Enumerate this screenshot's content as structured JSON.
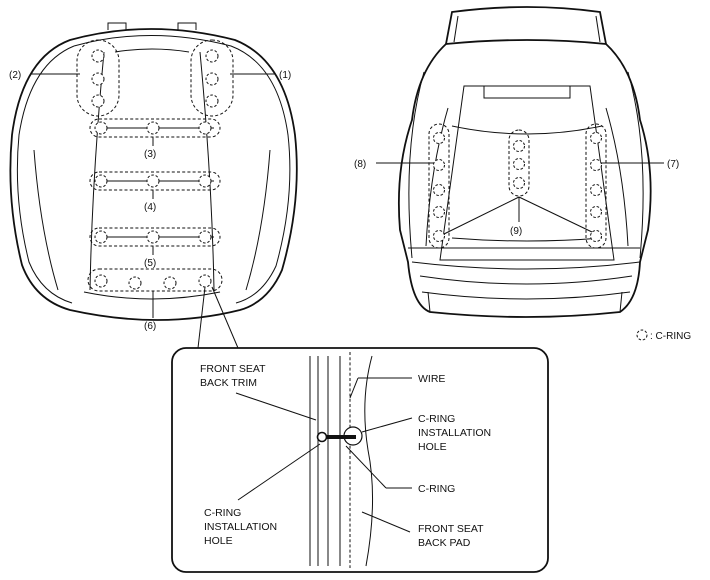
{
  "front_view": {
    "callouts": [
      "(1)",
      "(2)",
      "(3)",
      "(4)",
      "(5)",
      "(6)"
    ]
  },
  "rear_view": {
    "callouts": [
      "(7)",
      "(8)",
      "(9)"
    ]
  },
  "legend": {
    "c_ring": ": C-RING"
  },
  "detail": {
    "front_seat_back_trim": [
      "FRONT SEAT",
      "BACK TRIM"
    ],
    "wire": "WIRE",
    "c_ring_installation_hole_right": [
      "C-RING",
      "INSTALLATION",
      "HOLE"
    ],
    "c_ring": "C-RING",
    "c_ring_installation_hole_left": [
      "C-RING",
      "INSTALLATION",
      "HOLE"
    ],
    "front_seat_back_pad": [
      "FRONT SEAT",
      "BACK PAD"
    ]
  }
}
